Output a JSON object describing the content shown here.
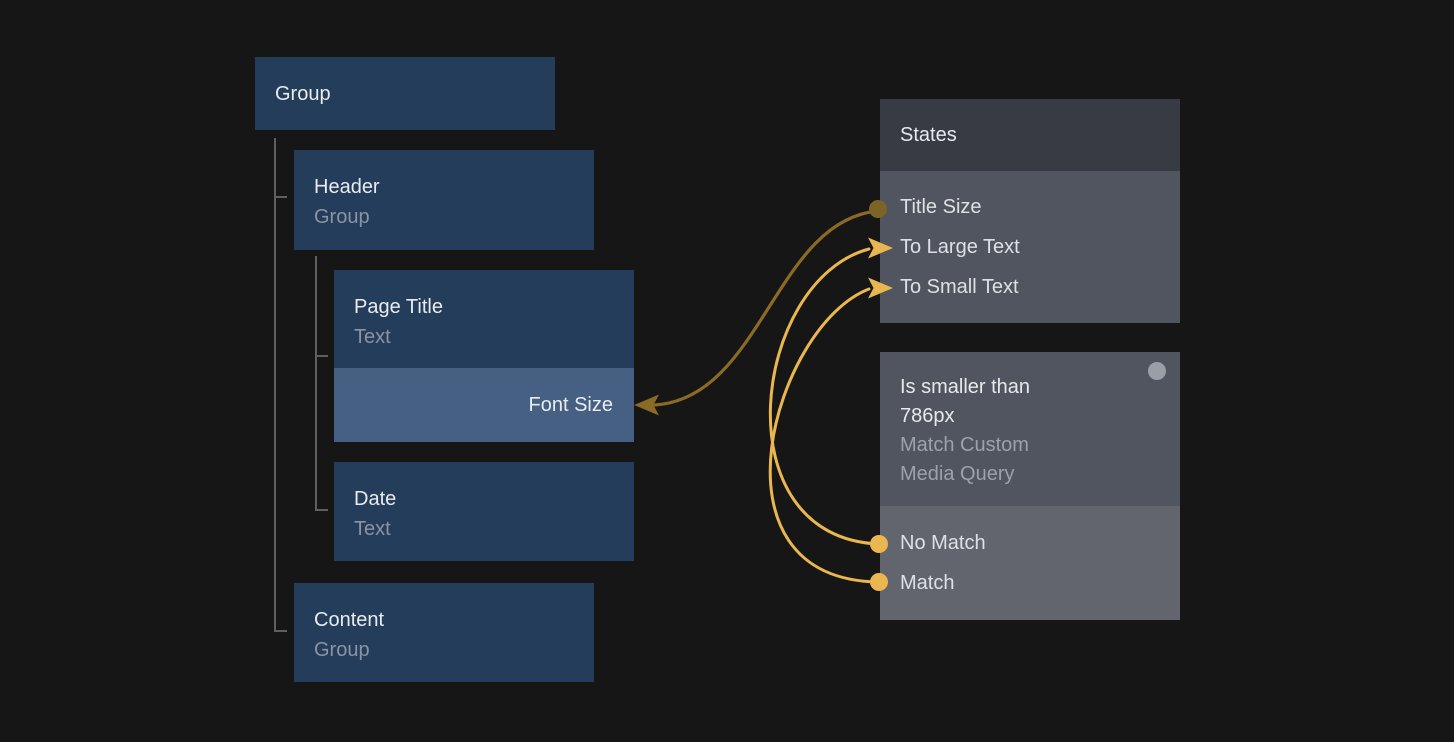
{
  "colors": {
    "background": "#161616",
    "node_fill": "#243D5A",
    "override_row_fill": "#466083",
    "states_header_fill": "#383B44",
    "states_body_fill": "#51555F",
    "media_header_fill": "#51555F",
    "media_body_fill": "#62656E",
    "title_text": "#E9EBEE",
    "subtitle_text": "#8B93A4",
    "panel_subtitle_text": "#9CA1AB",
    "item_text": "#DDE0E4",
    "tree_connector": "#5F5F5F",
    "edge_dark_gold": "#8A6A25",
    "edge_bright_gold": "#E9B64F",
    "status_dot": "#9A9EA6"
  },
  "tree": {
    "nodes": [
      {
        "id": "group",
        "title": "Group",
        "subtitle": ""
      },
      {
        "id": "header",
        "title": "Header",
        "subtitle": "Group"
      },
      {
        "id": "page-title",
        "title": "Page Title",
        "subtitle": "Text",
        "override_label": "Font Size"
      },
      {
        "id": "date",
        "title": "Date",
        "subtitle": "Text"
      },
      {
        "id": "content",
        "title": "Content",
        "subtitle": "Group"
      }
    ]
  },
  "states_panel": {
    "title": "States",
    "items": [
      "Title Size",
      "To Large Text",
      "To Small Text"
    ]
  },
  "media_query_panel": {
    "title_lines": [
      "Is smaller than",
      "786px"
    ],
    "subtitle_lines": [
      "Match Custom",
      "Media Query"
    ],
    "items": [
      "No Match",
      "Match"
    ]
  },
  "connections": [
    {
      "from": "states-panel.title-size",
      "to": "page-title.font-size-override"
    },
    {
      "from": "media-panel.no-match",
      "to": "states-panel.to-large-text"
    },
    {
      "from": "media-panel.match",
      "to": "states-panel.to-small-text"
    }
  ]
}
